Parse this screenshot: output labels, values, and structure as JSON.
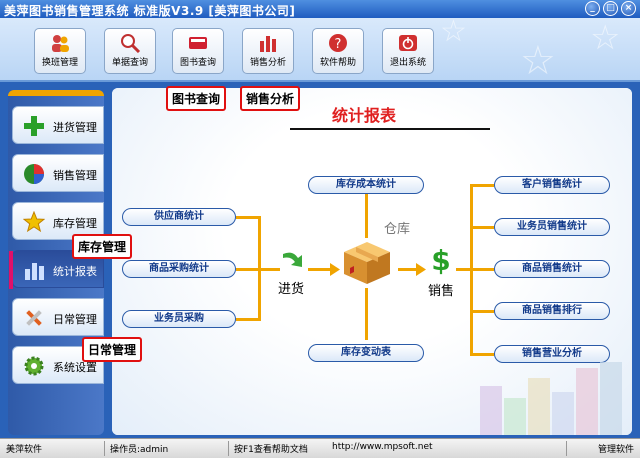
{
  "window": {
    "title": "美萍图书销售管理系统 标准版V3.9 [美萍图书公司]"
  },
  "toolbar": {
    "buttons": [
      {
        "label": "换班管理"
      },
      {
        "label": "单据查询"
      },
      {
        "label": "图书查询"
      },
      {
        "label": "销售分析"
      },
      {
        "label": "软件帮助"
      },
      {
        "label": "退出系统"
      }
    ]
  },
  "callouts": {
    "book_query": "图书查询",
    "sales_analysis": "销售分析",
    "inventory_mgmt": "库存管理",
    "daily_mgmt": "日常管理"
  },
  "sidebar": {
    "items": [
      {
        "label": "进货管理"
      },
      {
        "label": "销售管理"
      },
      {
        "label": "库存管理"
      },
      {
        "label": "统计报表"
      },
      {
        "label": "日常管理"
      },
      {
        "label": "系统设置"
      }
    ]
  },
  "main": {
    "title": "统计报表",
    "left_nodes": [
      "供应商统计",
      "商品采购统计",
      "业务员采购"
    ],
    "center_nodes": [
      "库存成本统计",
      "库存变动表"
    ],
    "right_nodes": [
      "客户销售统计",
      "业务员销售统计",
      "商品销售统计",
      "商品销售排行",
      "销售营业分析"
    ],
    "label_purchase": "进货",
    "label_warehouse": "仓库",
    "label_sales": "销售"
  },
  "status": {
    "software": "美萍软件",
    "operator": "操作员:admin",
    "help": "按F1查看帮助文档",
    "url": "http://www.mpsoft.net",
    "role": "管理软件"
  },
  "colors": {
    "accent": "#f0a400",
    "title_red": "#e02020",
    "window_blue": "#2a62b8"
  }
}
